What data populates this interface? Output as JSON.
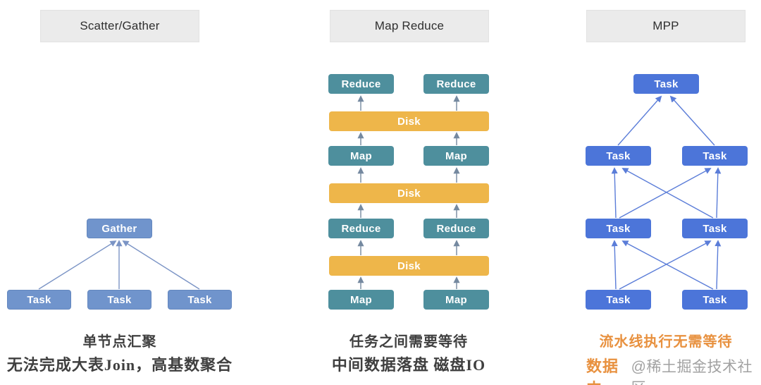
{
  "columns": {
    "scatter_gather": {
      "title": "Scatter/Gather",
      "gather_label": "Gather",
      "task_label": "Task",
      "captions": [
        "单节点汇聚",
        "无法完成大表Join，高基数聚合"
      ]
    },
    "map_reduce": {
      "title": "Map Reduce",
      "reduce_label": "Reduce",
      "disk_label": "Disk",
      "map_label": "Map",
      "captions": [
        "任务之间需要等待",
        "中间数据落盘 磁盘IO"
      ]
    },
    "mpp": {
      "title": "MPP",
      "task_label": "Task",
      "captions": [
        "流水线执行无需等待",
        "数据内"
      ]
    }
  },
  "watermark": {
    "text": "@稀土掘金技术社区"
  },
  "colors": {
    "header_bg": "#EBEBEB",
    "node_scatter_gather": "#7094CC",
    "node_map_reduce": "#4E8F9D",
    "node_disk": "#EEB64A",
    "node_mpp": "#4C75D9",
    "caption_text": "#3F3F3F",
    "caption_accent": "#E8913F",
    "watermark": "#9A9A9A",
    "arrow_scatter_gather": "#7B94C5",
    "arrow_map_reduce": "#7589A0",
    "arrow_mpp": "#5B7DD8"
  }
}
